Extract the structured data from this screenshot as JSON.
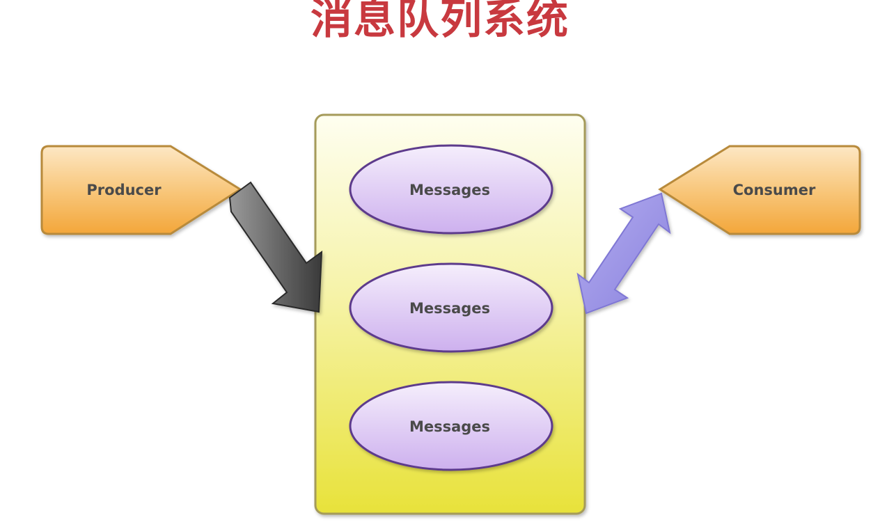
{
  "slide": {
    "title": "消息队列系统",
    "title_color": "#c8393f"
  },
  "diagram": {
    "producer": {
      "label": "Producer",
      "fill_top": "#fde7c4",
      "fill_bottom": "#f3a63a",
      "stroke": "#b88a3a"
    },
    "consumer": {
      "label": "Consumer",
      "fill_top": "#fde7c4",
      "fill_bottom": "#f3a63a",
      "stroke": "#b88a3a"
    },
    "queue": {
      "fill_top": "#fefef0",
      "fill_bottom": "#e8e23a",
      "stroke": "#a59b5a"
    },
    "messages": [
      {
        "label": "Messages"
      },
      {
        "label": "Messages"
      },
      {
        "label": "Messages"
      }
    ],
    "message_fill_top": "#f5eefc",
    "message_fill_bottom": "#cdb0ee",
    "message_stroke": "#5d3a8c",
    "producer_arrow_color": "#555555",
    "consumer_arrow_color": "#9b93e6"
  }
}
